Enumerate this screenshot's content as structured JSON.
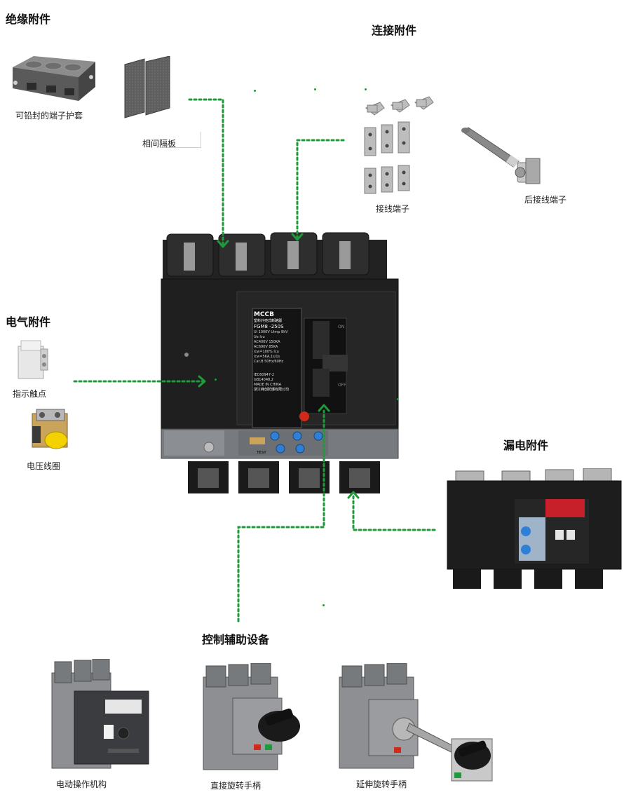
{
  "headings": {
    "insulation": "绝缘附件",
    "connection": "连接附件",
    "electrical": "电气附件",
    "leakage": "漏电附件",
    "control": "控制辅助设备"
  },
  "captions": {
    "sealable_cover": "可铅封的端子护套",
    "phase_barrier": "相间隔板",
    "terminals": "接线端子",
    "rear_terminal": "后接线端子",
    "indicator_contact": "指示触点",
    "voltage_coil": "电压线圈",
    "motor_operator": "电动操作机构",
    "direct_handle": "直接旋转手柄",
    "extended_handle": "延伸旋转手柄"
  },
  "breaker_label": {
    "brand": "MCCB",
    "subtitle": "塑料外壳式断路器",
    "model": "FGM8",
    "frame": "250S",
    "specs": [
      "Ui  1000V   Uimp 8kV",
      "Ue            Icu",
      "AC400V      150KA",
      "AC690V       85KA",
      "Icw=100% Icu",
      "Icw=5KA,1s/1s",
      "Cat.B   50Hz/60Hz"
    ],
    "standards": [
      "IEC60947-2",
      "GB14048.2",
      "MADE IN CHINA"
    ],
    "maker": "浙江峰创防爆有限公司",
    "test": "TEST",
    "on": "ON",
    "off": "OFF"
  },
  "colors": {
    "flow": "#1f9a3a",
    "breaker": "#1c1c1c",
    "dial": "#2f7fd6",
    "warning": "#c8202a"
  }
}
